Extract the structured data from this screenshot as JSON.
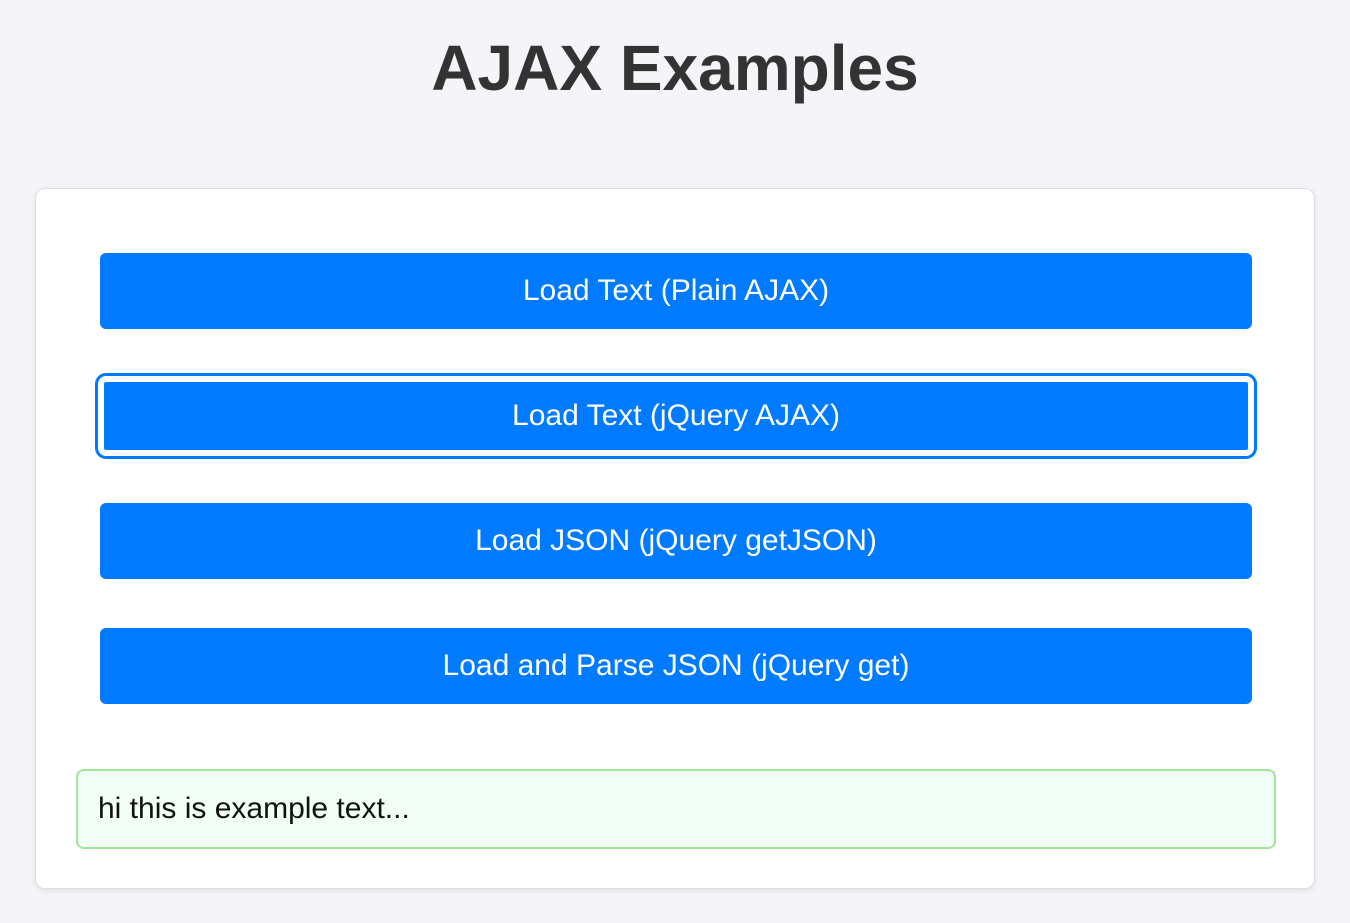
{
  "page": {
    "title": "AJAX Examples"
  },
  "buttons": [
    {
      "label": "Load Text (Plain AJAX)"
    },
    {
      "label": "Load Text (jQuery AJAX)"
    },
    {
      "label": "Load JSON (jQuery getJSON)"
    },
    {
      "label": "Load and Parse JSON (jQuery get)"
    }
  ],
  "output": {
    "text": "hi this is example text..."
  },
  "colors": {
    "background": "#f4f4f9",
    "button": "#007bff",
    "button_text": "#ffffff",
    "title": "#333333",
    "output_bg": "#f2fdf6",
    "output_border": "#9ee89a"
  }
}
